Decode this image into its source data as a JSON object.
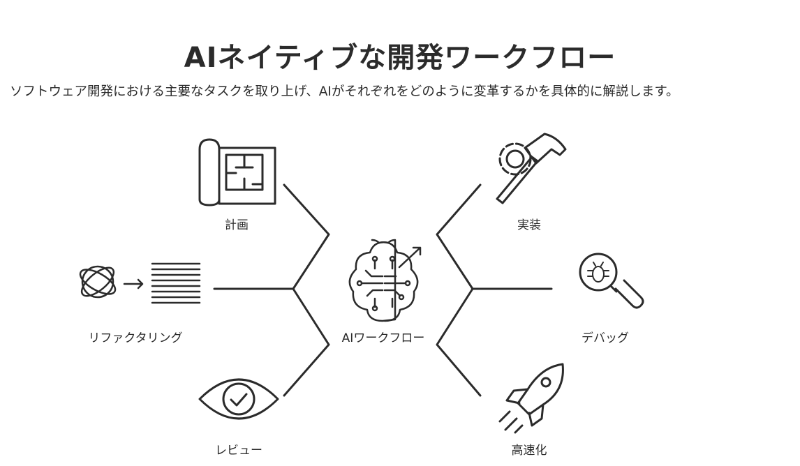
{
  "title": "AIネイティブな開発ワークフロー",
  "subtitle": "ソフトウェア開発における主要なタスクを取り上げ、AIがそれぞれをどのように変革するかを具体的に解説します。",
  "center": {
    "label": "AIワークフロー",
    "icon": "brain-circuit-icon"
  },
  "nodes": [
    {
      "label": "計画",
      "icon": "blueprint-icon"
    },
    {
      "label": "リファクタリング",
      "icon": "tangle-to-lines-icon"
    },
    {
      "label": "レビュー",
      "icon": "eye-check-icon"
    },
    {
      "label": "実装",
      "icon": "gear-hammer-icon"
    },
    {
      "label": "デバッグ",
      "icon": "bug-magnifier-icon"
    },
    {
      "label": "高速化",
      "icon": "rocket-icon"
    }
  ],
  "colors": {
    "stroke": "#2b2b2b",
    "background": "#ffffff"
  }
}
